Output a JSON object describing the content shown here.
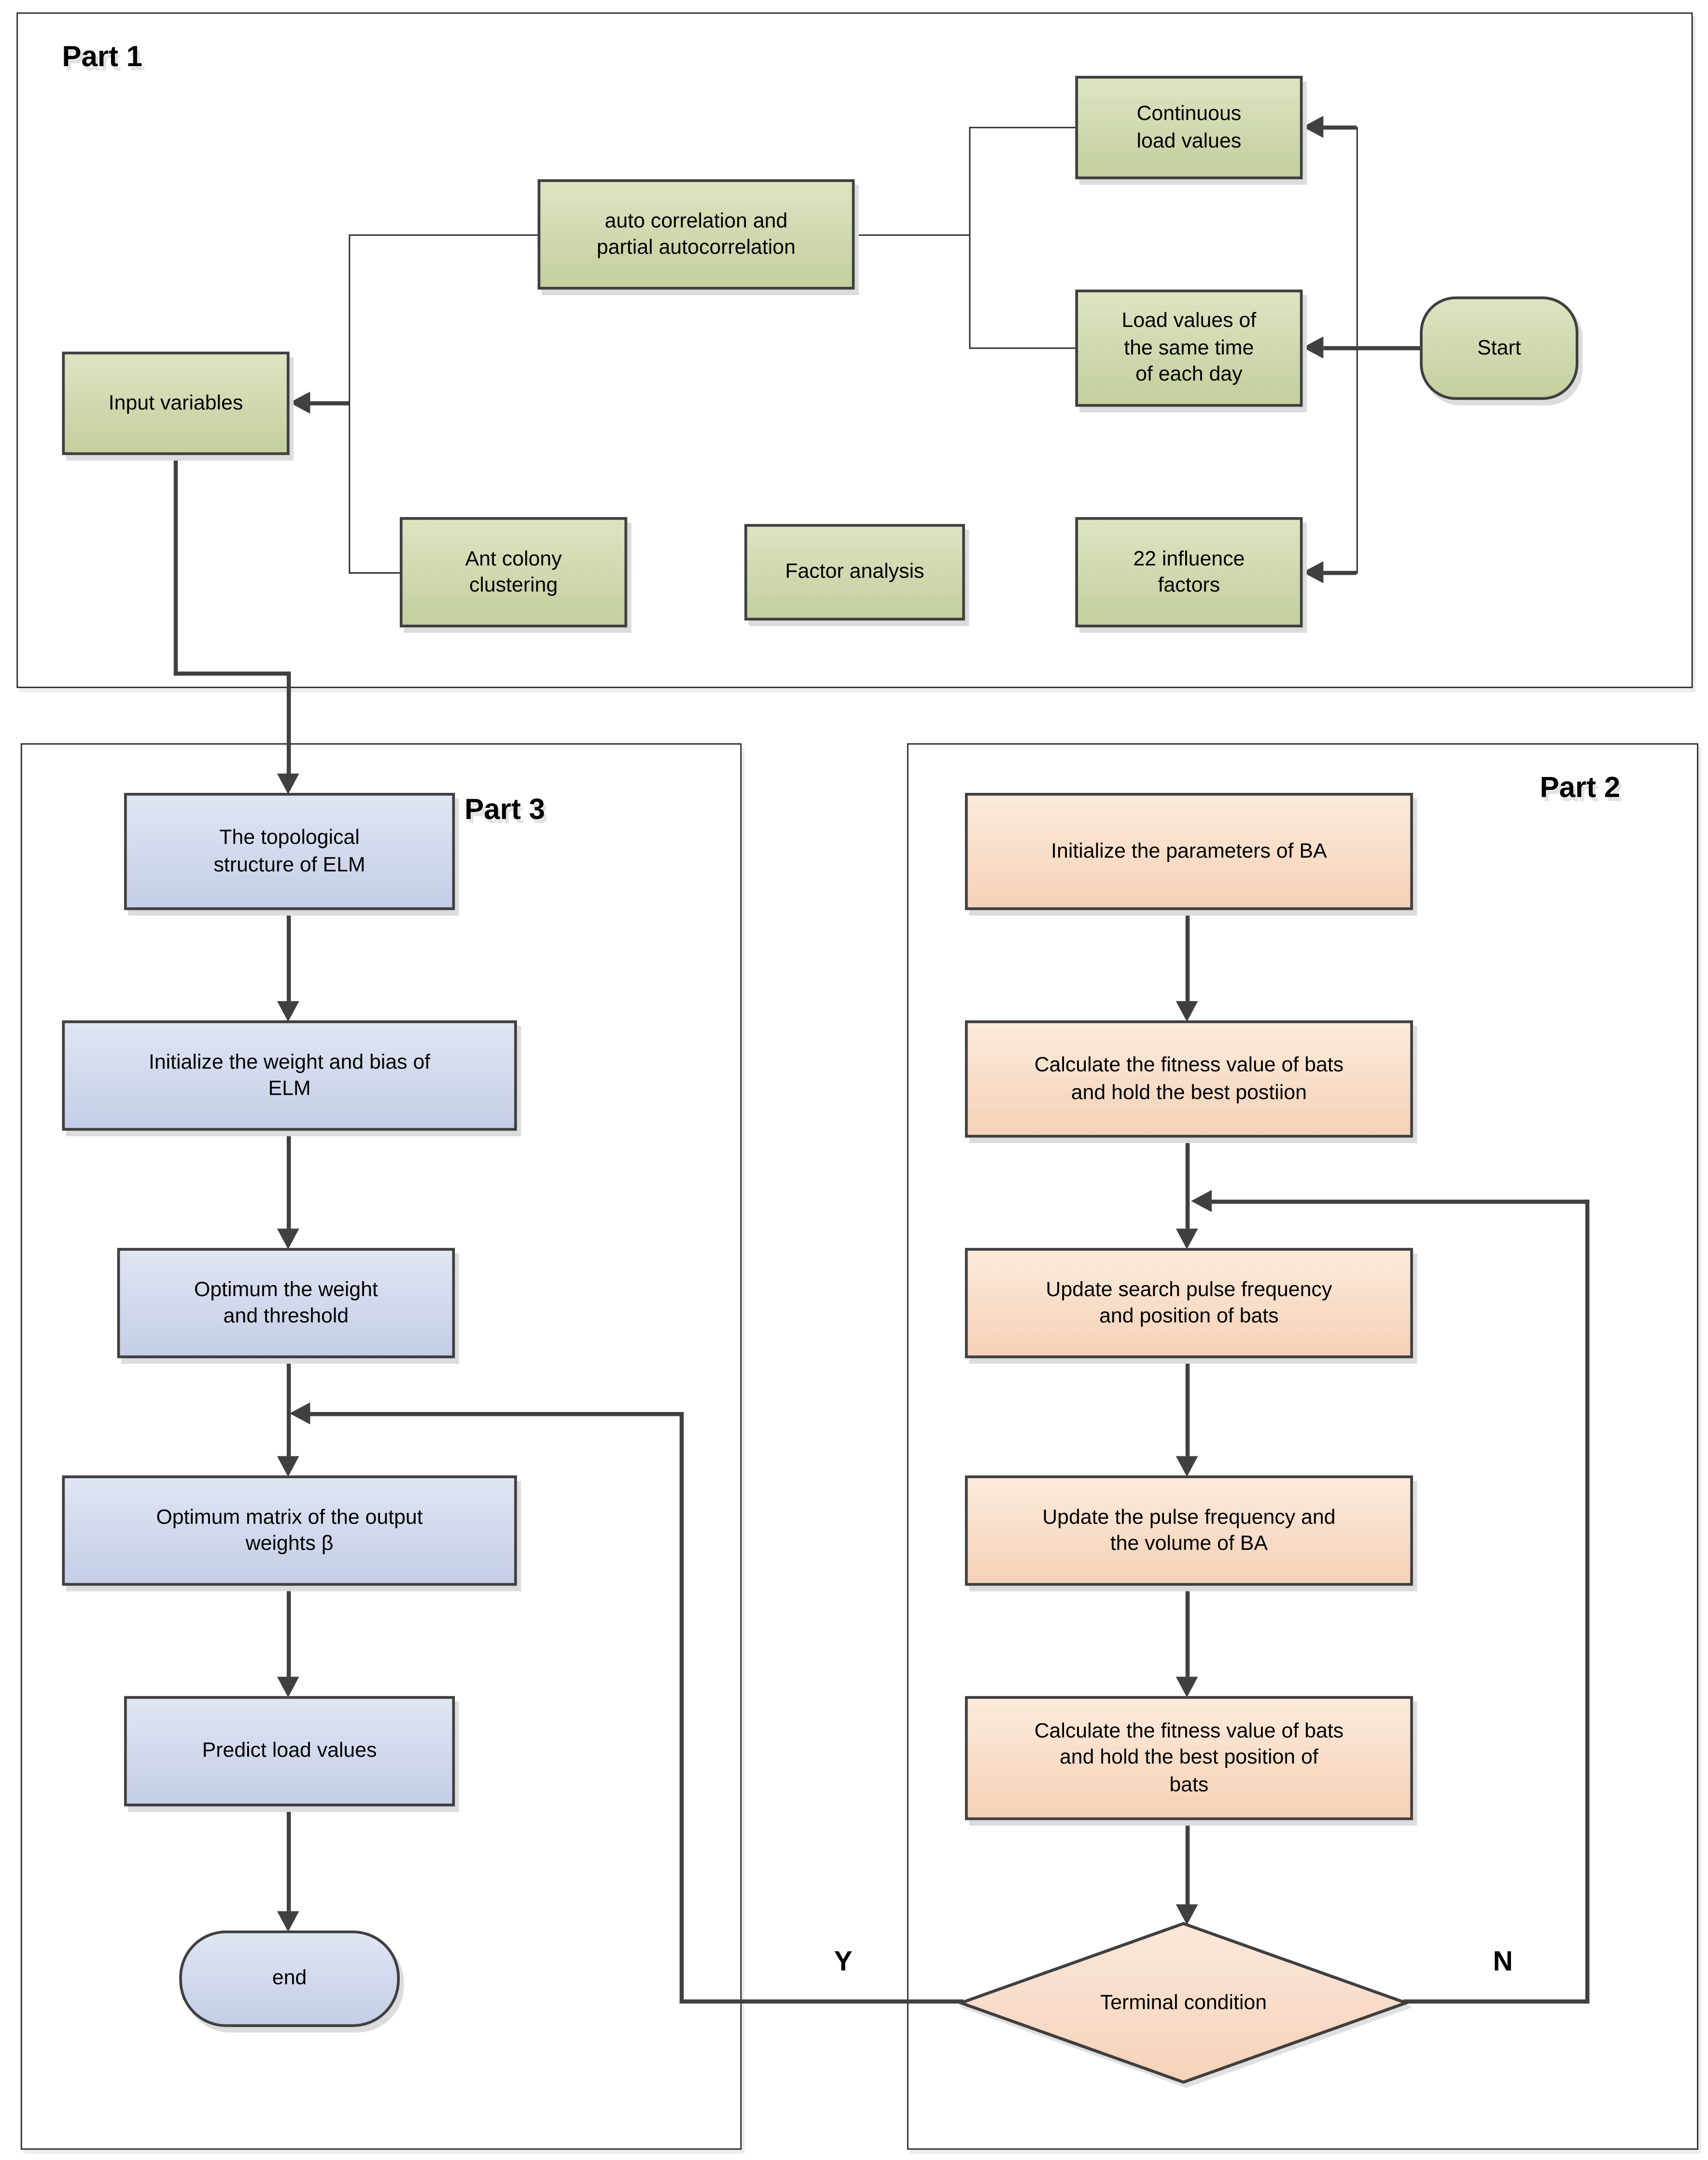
{
  "parts": {
    "part1": {
      "label": "Part 1"
    },
    "part2": {
      "label": "Part 2"
    },
    "part3": {
      "label": "Part 3"
    }
  },
  "nodes": {
    "continuous_load_values": {
      "label": "Continuous\nload values"
    },
    "auto_correlation": {
      "label": "auto correlation and\npartial autocorrelation"
    },
    "load_values_same_time": {
      "label": "Load values of\nthe same time\nof each day"
    },
    "start": {
      "label": "Start"
    },
    "input_variables": {
      "label": "Input variables"
    },
    "ant_colony_clustering": {
      "label": "Ant colony\nclustering"
    },
    "factor_analysis": {
      "label": "Factor analysis"
    },
    "influence_factors": {
      "label": "22 influence\nfactors"
    },
    "topological_structure": {
      "label": "The topological\nstructure of ELM"
    },
    "initialize_elm": {
      "label": "Initialize the weight  and bias of\nELM"
    },
    "optimum_weight": {
      "label": "Optimum the weight\nand threshold"
    },
    "optimum_matrix": {
      "label": "Optimum matrix of the output\nweights  β"
    },
    "predict_load": {
      "label": "Predict load values"
    },
    "end": {
      "label": "end"
    },
    "initialize_ba": {
      "label": "Initialize the parameters of BA"
    },
    "calc_fitness_1": {
      "label": "Calculate the fitness value of bats\nand hold the best postiion"
    },
    "update_search": {
      "label": "Update search pulse frequency\nand position of bats"
    },
    "update_pulse": {
      "label": "Update the pulse frequency and\nthe volume of BA"
    },
    "calc_fitness_2": {
      "label": "Calculate the fitness value of bats\nand hold the best  position of\nbats"
    },
    "terminal_condition": {
      "label": "Terminal condition"
    }
  },
  "branch_labels": {
    "yes": "Y",
    "no": "N"
  },
  "colors": {
    "green_fill": "#cdd8a7",
    "blue_fill": "#cdd5ea",
    "peach_fill": "#f9dcc7",
    "connector": "#404040",
    "node_border": "#3f3f3f"
  }
}
